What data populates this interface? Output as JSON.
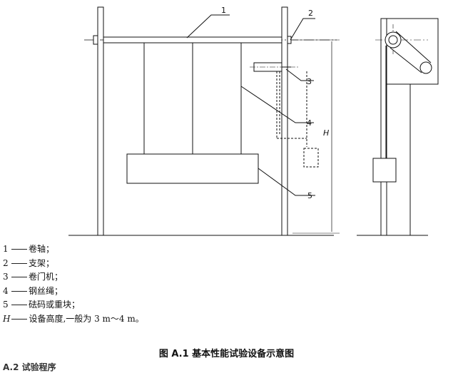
{
  "callouts": [
    "1",
    "2",
    "3",
    "4",
    "5"
  ],
  "dimension_label": "H",
  "legend": [
    {
      "key": "1",
      "text": "卷轴；"
    },
    {
      "key": "2",
      "text": "支架；"
    },
    {
      "key": "3",
      "text": "卷门机；"
    },
    {
      "key": "4",
      "text": "钢丝绳；"
    },
    {
      "key": "5",
      "text": "砝码或重块；"
    },
    {
      "key": "H",
      "text": "设备高度,一般为 3 m～4 m。"
    }
  ],
  "caption": "图 A.1   基本性能试验设备示意图",
  "cut_text": "A.2  试验程序"
}
